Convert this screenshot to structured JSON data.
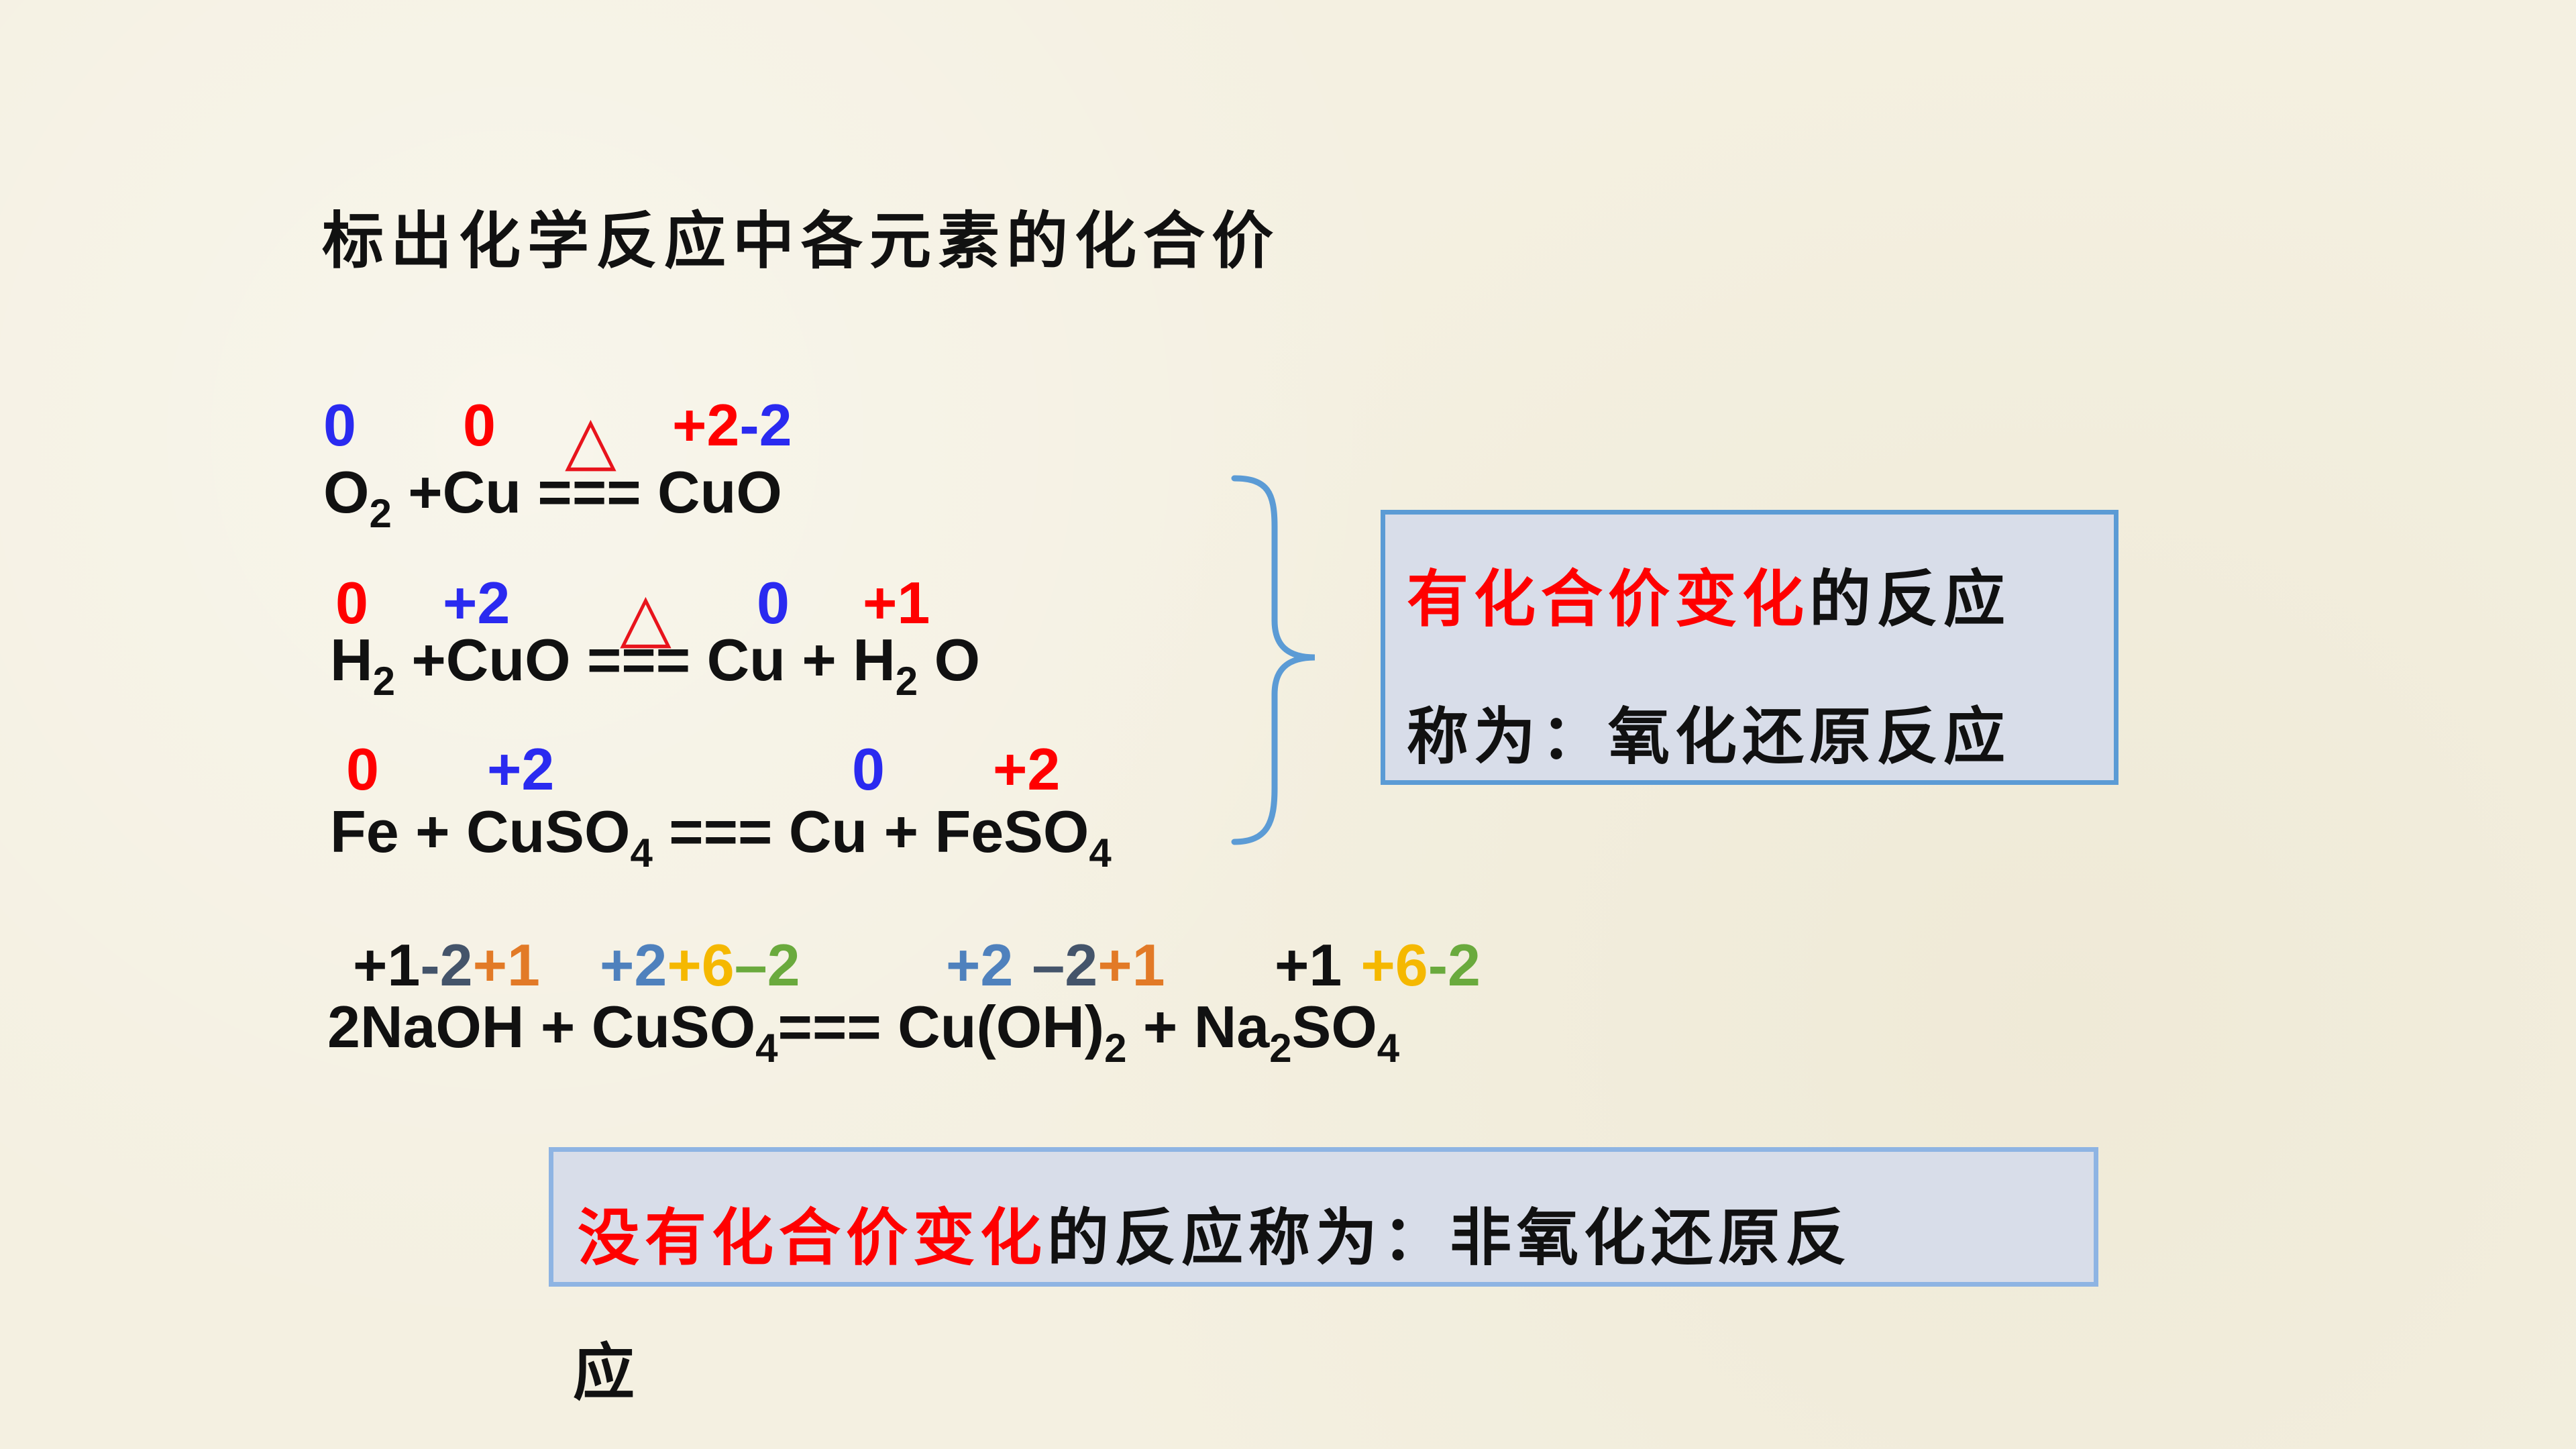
{
  "title": "标出化学反应中各元素的化合价",
  "heat_symbol": "△",
  "colors": {
    "red": "#ff0000",
    "blue": "#2a2af0",
    "light_blue": "#4f81bd",
    "orange": "#e27a27",
    "gray": "#44546a",
    "gold": "#f5b800",
    "green": "#6aaa3d",
    "box_fill": "#d8dde9",
    "box_border": "#5b9bd5"
  },
  "reactions": [
    {
      "states": [
        "0",
        "0",
        "+2",
        "-2"
      ],
      "equation": {
        "a": "O",
        "a_sub": "2",
        "b": " +Cu === CuO"
      }
    },
    {
      "states": [
        "0",
        "+2",
        "0",
        "+1"
      ],
      "equation": {
        "a": "H",
        "a_sub": "2",
        "b": " +CuO === Cu + H",
        "b_sub": "2",
        "c": " O"
      }
    },
    {
      "states": [
        "0",
        "+2",
        "0",
        "+2"
      ],
      "equation": {
        "a": "Fe + CuSO",
        "a_sub": "4",
        "b": " ===  Cu + FeSO",
        "b_sub": "4"
      }
    },
    {
      "states": [
        "+1",
        "-2",
        "+1",
        "+2",
        "+6",
        "–2",
        "+2",
        "–2",
        "+1",
        "+1",
        "+6",
        "-2"
      ],
      "equation": {
        "a": "2NaOH + CuSO",
        "a_sub": "4",
        "b": "=== Cu(OH)",
        "b_sub": "2",
        "c": "  + Na",
        "c_sub": "2",
        "d": "SO",
        "d_sub": "4"
      }
    }
  ],
  "box1": {
    "line1_highlight": "有化合价变化",
    "line1_rest": "的反应",
    "line2": "称为：氧化还原反应"
  },
  "box2": {
    "line1_highlight": "没有化合价变化",
    "line1_rest": "的反应称为：非氧化还原反",
    "line2": "应"
  }
}
